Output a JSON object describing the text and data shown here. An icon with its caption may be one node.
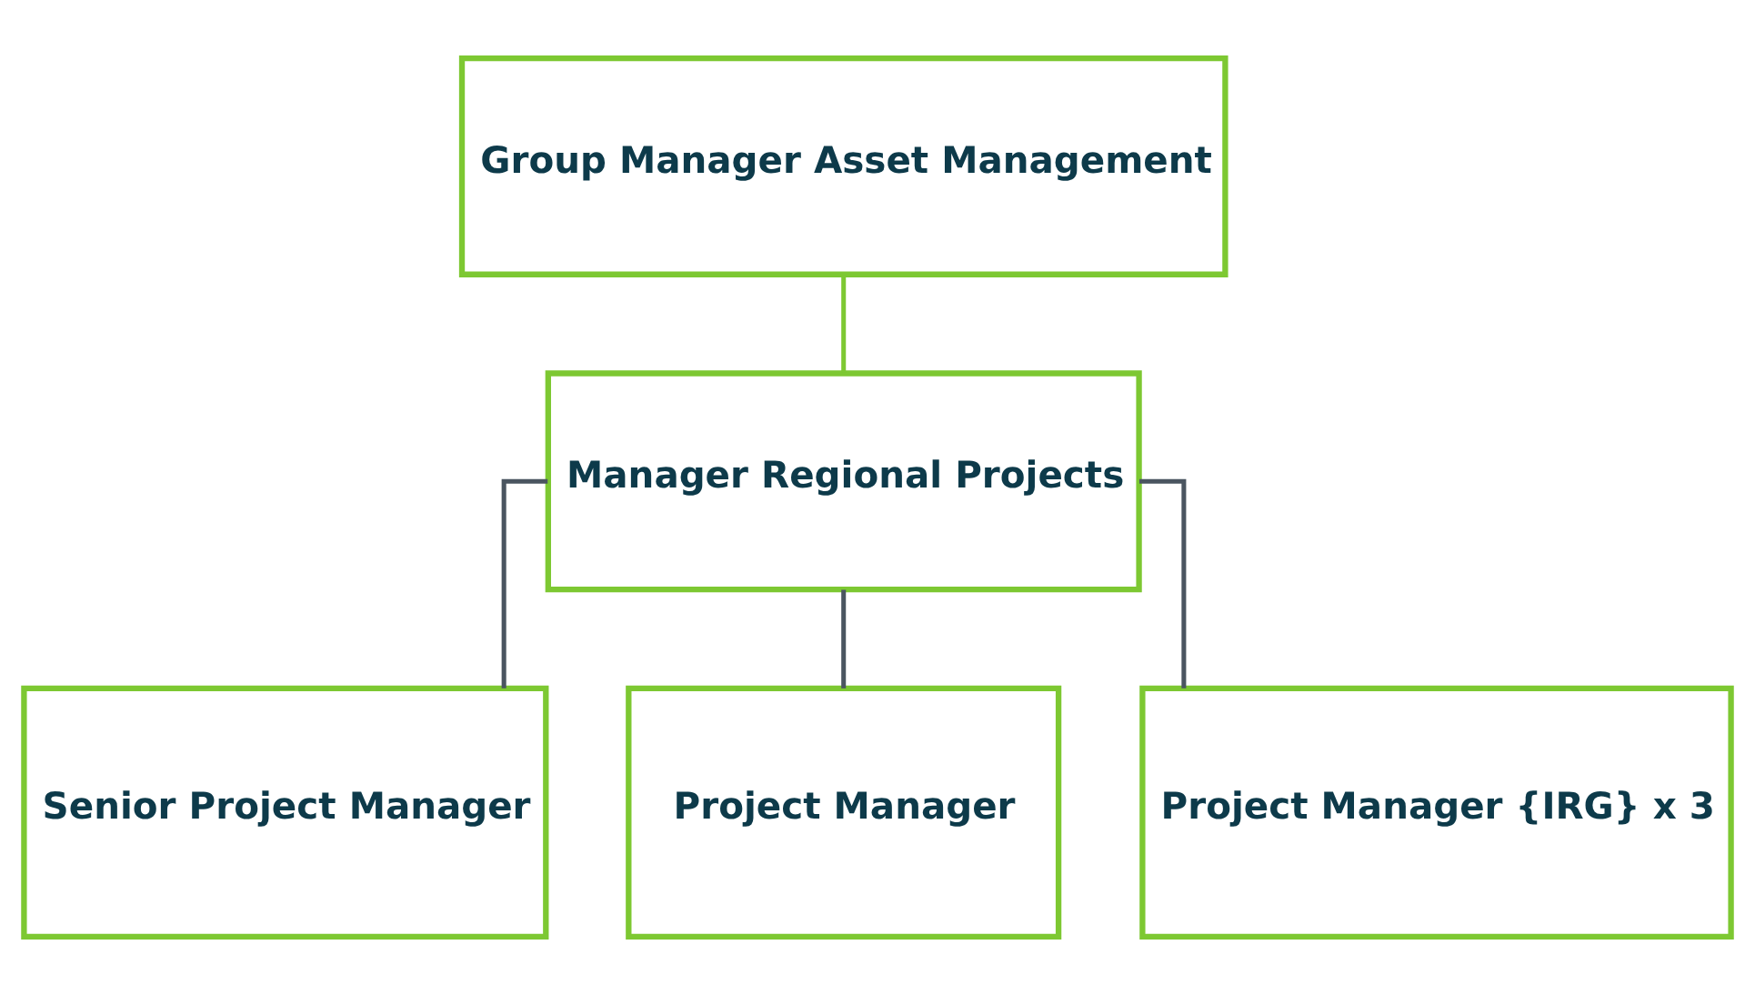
{
  "diagram": {
    "nodes": [
      {
        "text": [
          "Group Manager Asset Management"
        ]
      },
      {
        "text": [
          "Manager Regional Projects"
        ]
      },
      {
        "text": [
          "Senior Project Manager"
        ]
      },
      {
        "text": [
          "Project Manager"
        ]
      },
      {
        "text": [
          "Project Manager {IRG} x 3"
        ]
      }
    ],
    "edges": [
      {
        "from": 0,
        "to": 1,
        "arrow": "none",
        "color": "#7dc832"
      },
      {
        "from": 1,
        "to": 2,
        "arrow": "none"
      },
      {
        "from": 1,
        "to": 3,
        "arrow": "none"
      },
      {
        "from": 1,
        "to": 4,
        "arrow": "none"
      }
    ]
  }
}
